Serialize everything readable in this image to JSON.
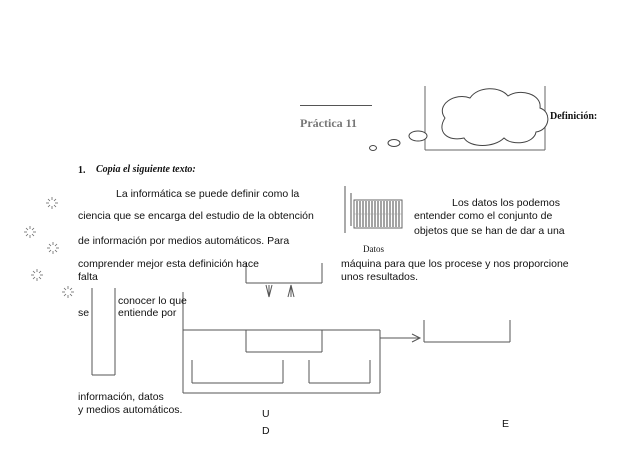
{
  "header": {
    "title": "Práctica 11",
    "definition_label": "Definición:"
  },
  "exercise": {
    "number": "1.",
    "instruction": "Copia el siguiente texto:"
  },
  "text_left": {
    "line1": "La informática se puede definir como la",
    "line2": "ciencia que se encarga del estudio de la obtención",
    "line3": "de información por medios automáticos. Para",
    "line4": "comprender mejor esta definición hace",
    "line5": "falta",
    "line6": "conocer lo que",
    "line7a": "se",
    "line7b": "entiende por",
    "line8": "información, datos",
    "line9": "y medios automáticos."
  },
  "text_right": {
    "line1": "Los datos los podemos",
    "line2": "entender como el conjunto de",
    "line3": "objetos que se han de dar a una",
    "line4": "máquina  para que los procese y nos proporcione",
    "line5": "unos resultados."
  },
  "diagram": {
    "datos_label": "Datos",
    "letter_u": "U",
    "letter_d": "D",
    "letter_e": "E"
  }
}
